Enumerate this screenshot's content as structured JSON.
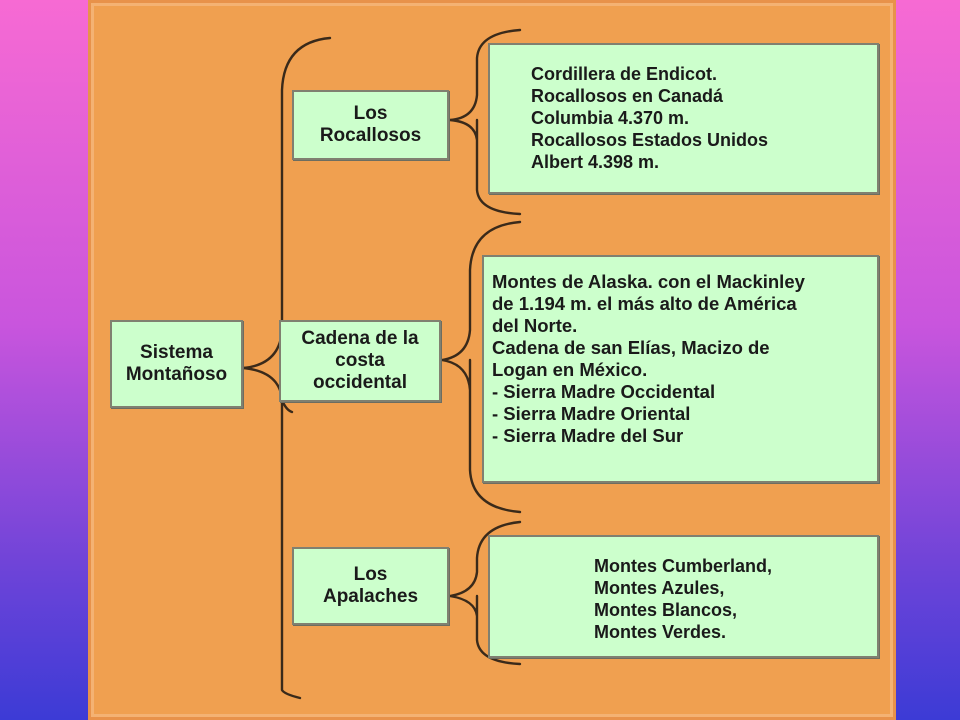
{
  "diagram": {
    "root": {
      "label": "Sistema\nMontañoso"
    },
    "branches": [
      {
        "label": "Los\nRocallosos",
        "detail": "Cordillera de Endicot.\nRocallosos en Canadá\nColumbia 4.370 m.\nRocallosos Estados Unidos\nAlbert 4.398 m."
      },
      {
        "label": "Cadena de la\ncosta\noccidental",
        "detail": "Montes de Alaska. con el Mackinley\nde 1.194 m. el más alto de América\ndel Norte.\nCadena de san Elías, Macizo de\n Logan en México.\n- Sierra Madre Occidental\n- Sierra Madre Oriental\n- Sierra Madre del Sur"
      },
      {
        "label": "Los\nApalaches",
        "detail": "Montes Cumberland,\nMontes Azules,\nMontes Blancos,\nMontes Verdes."
      }
    ]
  },
  "colors": {
    "background_top": "#f76ad3",
    "background_bottom": "#3c3bd6",
    "panel": "#f0a050",
    "box_fill": "#ccffcc",
    "box_border": "#808070",
    "connector": "#3a2a1a"
  }
}
